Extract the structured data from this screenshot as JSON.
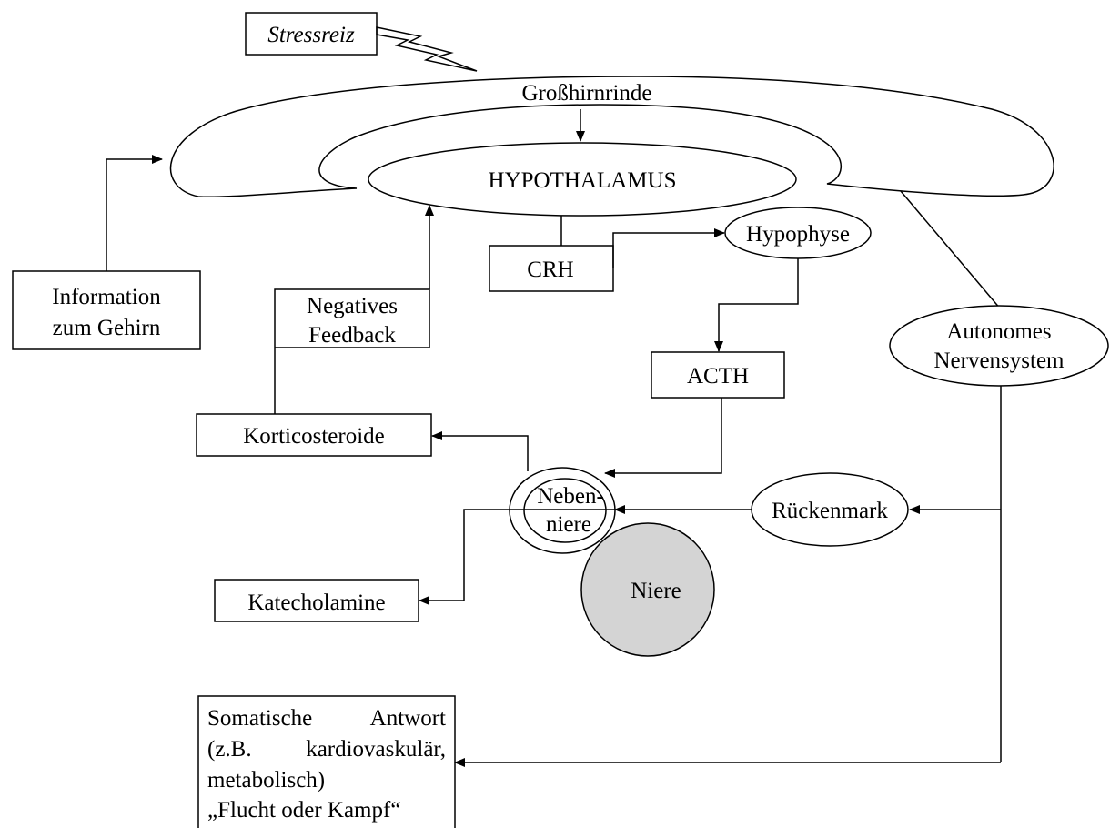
{
  "labels": {
    "stressreiz": "Stressreiz",
    "grosshirnrinde": "Großhirnrinde",
    "hypothalamus": "HYPOTHALAMUS",
    "information_line1": "Information",
    "information_line2": "zum Gehirn",
    "crh": "CRH",
    "hypophyse": "Hypophyse",
    "feedback_line1": "Negatives",
    "feedback_line2": "Feedback",
    "acth": "ACTH",
    "autonomes_line1": "Autonomes",
    "autonomes_line2": "Nervensystem",
    "korticosteroide": "Korticosteroide",
    "nebenniere_line1": "Neben-",
    "nebenniere_line2": "niere",
    "rueckenmark": "Rückenmark",
    "niere": "Niere",
    "katecholamine": "Katecholamine",
    "somatic_line1a": "Somatische",
    "somatic_line1b": "Antwort",
    "somatic_line2a": "(z.B.",
    "somatic_line2b": "kardiovaskulär,",
    "somatic_line3": "metabolisch)",
    "somatic_line4": "„Flucht oder Kampf“"
  },
  "colors": {
    "line": "#000000",
    "niere_fill": "#d4d4d4",
    "background": "#ffffff"
  }
}
